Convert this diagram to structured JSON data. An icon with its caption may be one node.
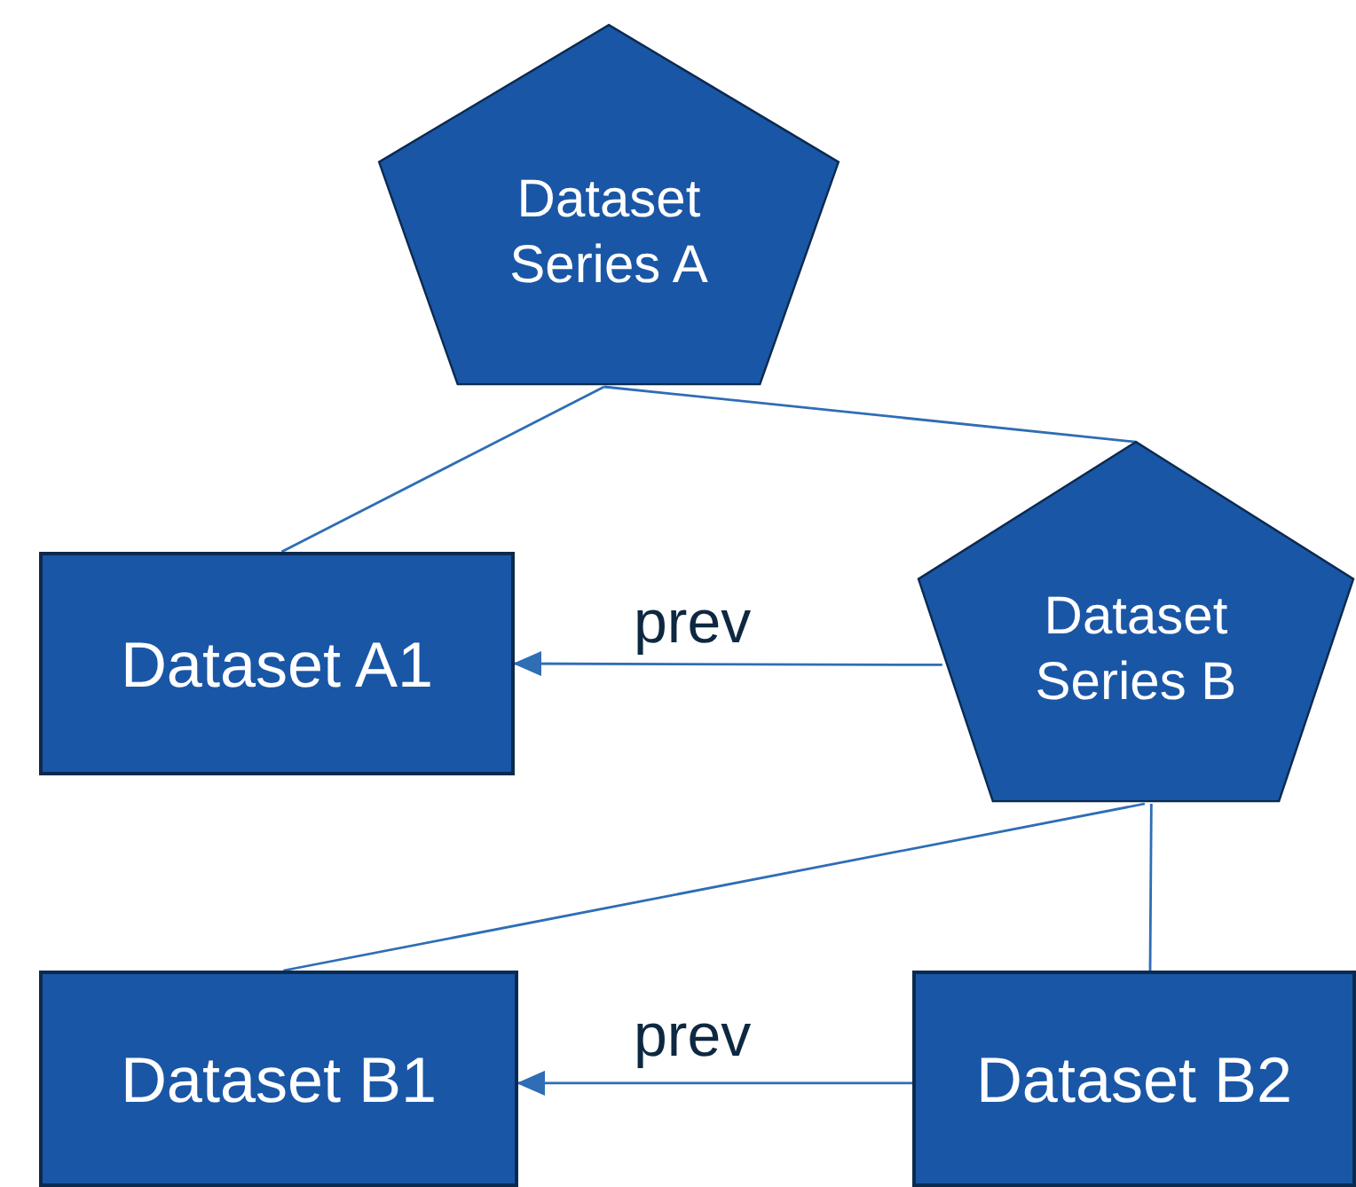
{
  "diagram": {
    "nodes": [
      {
        "text": [
          "Dataset Series A"
        ]
      },
      {
        "text": [
          "Dataset A1"
        ]
      },
      {
        "text": [
          "Dataset Series B"
        ]
      },
      {
        "text": [
          "Dataset B1"
        ]
      },
      {
        "text": [
          "Dataset B2"
        ]
      }
    ],
    "edges": [
      {
        "from": 0,
        "to": 1,
        "arrow": "none"
      },
      {
        "from": 0,
        "to": 2,
        "arrow": "none"
      },
      {
        "from": 2,
        "to": 1,
        "arrow": "to",
        "label": "prev"
      },
      {
        "from": 2,
        "to": 3,
        "arrow": "none"
      },
      {
        "from": 2,
        "to": 4,
        "arrow": "none"
      },
      {
        "from": 4,
        "to": 3,
        "arrow": "to",
        "label": "prev"
      }
    ]
  }
}
